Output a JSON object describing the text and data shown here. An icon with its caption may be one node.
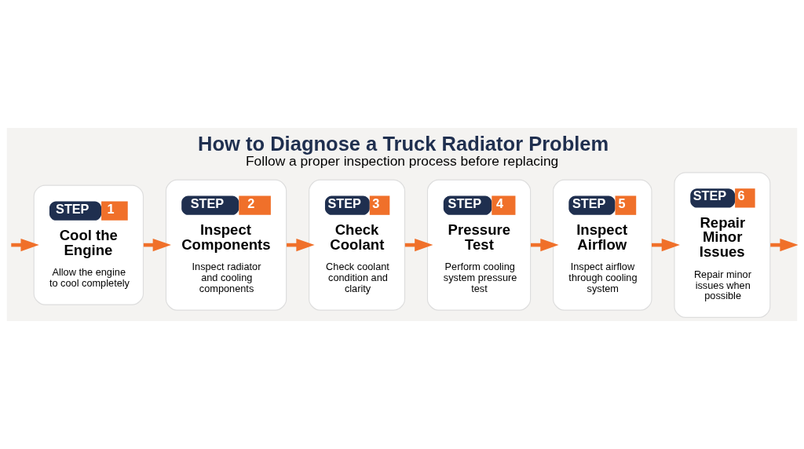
{
  "diagram": {
    "title": "How to Diagnose a Truck Radiator Problem",
    "caption": "Follow a proper inspection process before replacing",
    "nodes": [
      {
        "text": [
          "STEP",
          "1",
          "Cool the Engine",
          "Allow the engine to cool completely"
        ]
      },
      {
        "text": [
          "STEP",
          "2",
          "Inspect Components",
          "Inspect radiator and cooling components"
        ]
      },
      {
        "text": [
          "STEP",
          "3",
          "Check Coolant",
          "Check coolant condition and clarity"
        ]
      },
      {
        "text": [
          "STEP",
          "4",
          "Pressure Test",
          "Perform cooling system pressure test"
        ]
      },
      {
        "text": [
          "STEP",
          "5",
          "Inspect Airflow",
          "Inspect airflow through cooling system"
        ]
      },
      {
        "text": [
          "STEP",
          "6",
          "Repair Minor Issues",
          "Repair minor issues when possible"
        ]
      }
    ],
    "edges": [
      {
        "from": null,
        "to": 0,
        "arrow": "to"
      },
      {
        "from": 0,
        "to": 1,
        "arrow": "to"
      },
      {
        "from": 1,
        "to": 2,
        "arrow": "to"
      },
      {
        "from": 2,
        "to": 3,
        "arrow": "to"
      },
      {
        "from": 3,
        "to": 4,
        "arrow": "to"
      },
      {
        "from": 4,
        "to": 5,
        "arrow": "to"
      },
      {
        "from": 5,
        "to": null,
        "arrow": "to"
      }
    ]
  }
}
